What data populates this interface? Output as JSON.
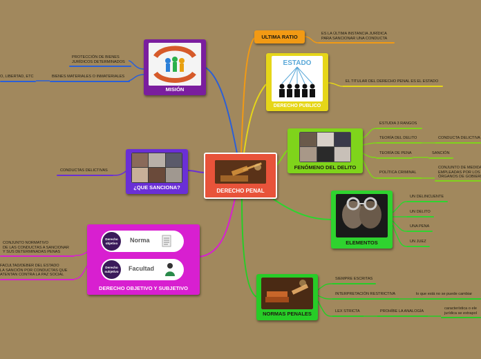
{
  "nodes": {
    "center": "DERECHO PENAL",
    "mision": "MISIÓN",
    "que_sanciona": "¿QUE SANCIONA?",
    "derecho_objetivo": "DERECHO OBJETIVO Y SUBJETIVO",
    "ultima_ratio": "ULTIMA RATIO",
    "derecho_publico": "DERECHO PUBLICO",
    "fenomeno": "FENÓMENO DEL DELITO",
    "elementos": "ELEMENTOS",
    "normas": "NORMAS PENALES"
  },
  "estado_image": {
    "title": "ESTADO"
  },
  "objetivo_cards": [
    {
      "badge": "Derecho objetivo",
      "label": "Norma"
    },
    {
      "badge": "Derecho subjetivo",
      "label": "Facultad"
    }
  ],
  "leaves": {
    "mision_1": "PROTECCIÓN DE BIENES\nJURÍDICOS DETERMINADOS",
    "mision_2": "BIENES MATERIALES O INMATERIALES",
    "mision_3": "O, LIBERTAD, ETC",
    "sanciona_1": "CONDUCTAS DELICTIVAS",
    "objetivo_1": "CONJUNTO NORMATIVO\nDE LAS CONDUCTAS A SANCIONAR\nY SUS DETERMINADAS PENAS",
    "objetivo_2": "FACULTAD/DEBER DEL ESTADO\nLA SANCIÓN POR CONDUCTAS QUE\nATENTAN CONTRA LA PAZ SOCIAL",
    "ultima_1": "ES LA ÚLTIMA INSTANCIA JURÍDICA\nPARA SANCIONAR UNA CONDUCTA",
    "publico_1": "EL TITULAR DEL DERECHO PENAL ES EL ESTADO",
    "fen_1": "ESTUDIA 3 RANGOS",
    "fen_2": "TEORÍA DEL DELITO",
    "fen_2a": "CONDUCTA DELICTIVA",
    "fen_3": "TEORÍA DE PENA",
    "fen_3a": "SANCIÓN",
    "fen_4": "POLÍTICA CRIMINAL",
    "fen_4a": "CONJUNTO DE MEDIDAS\nEMPLEADAS POR LOS\nÓRGANOS DE GOBIERNO",
    "ele_1": "UN DELINCUENTE",
    "ele_2": "UN DELITO",
    "ele_3": "UNA PENA",
    "ele_4": "UN JUEZ",
    "nor_1": "SIEMPRE ESCRITAS",
    "nor_2": "INTERPRETACIÓN RESTRICTIVA",
    "nor_2a": "lo que está no se puede cambiar",
    "nor_3": "LEX STRICTA",
    "nor_3a": "PROHÍBE LA ANALOGÍA",
    "nor_3b": "característica o ele\njurídica se extrapol"
  },
  "colors": {
    "background": "#a1885d",
    "center": "#e8533a",
    "mision": "#7a1e9e",
    "que_sanciona": "#6a2fd6",
    "derecho_objetivo": "#d81fd0",
    "ultima_ratio": "#f29a14",
    "derecho_publico": "#e6d618",
    "fenomeno": "#7fd41b",
    "elementos": "#2fd32f",
    "normas": "#27cc27"
  }
}
